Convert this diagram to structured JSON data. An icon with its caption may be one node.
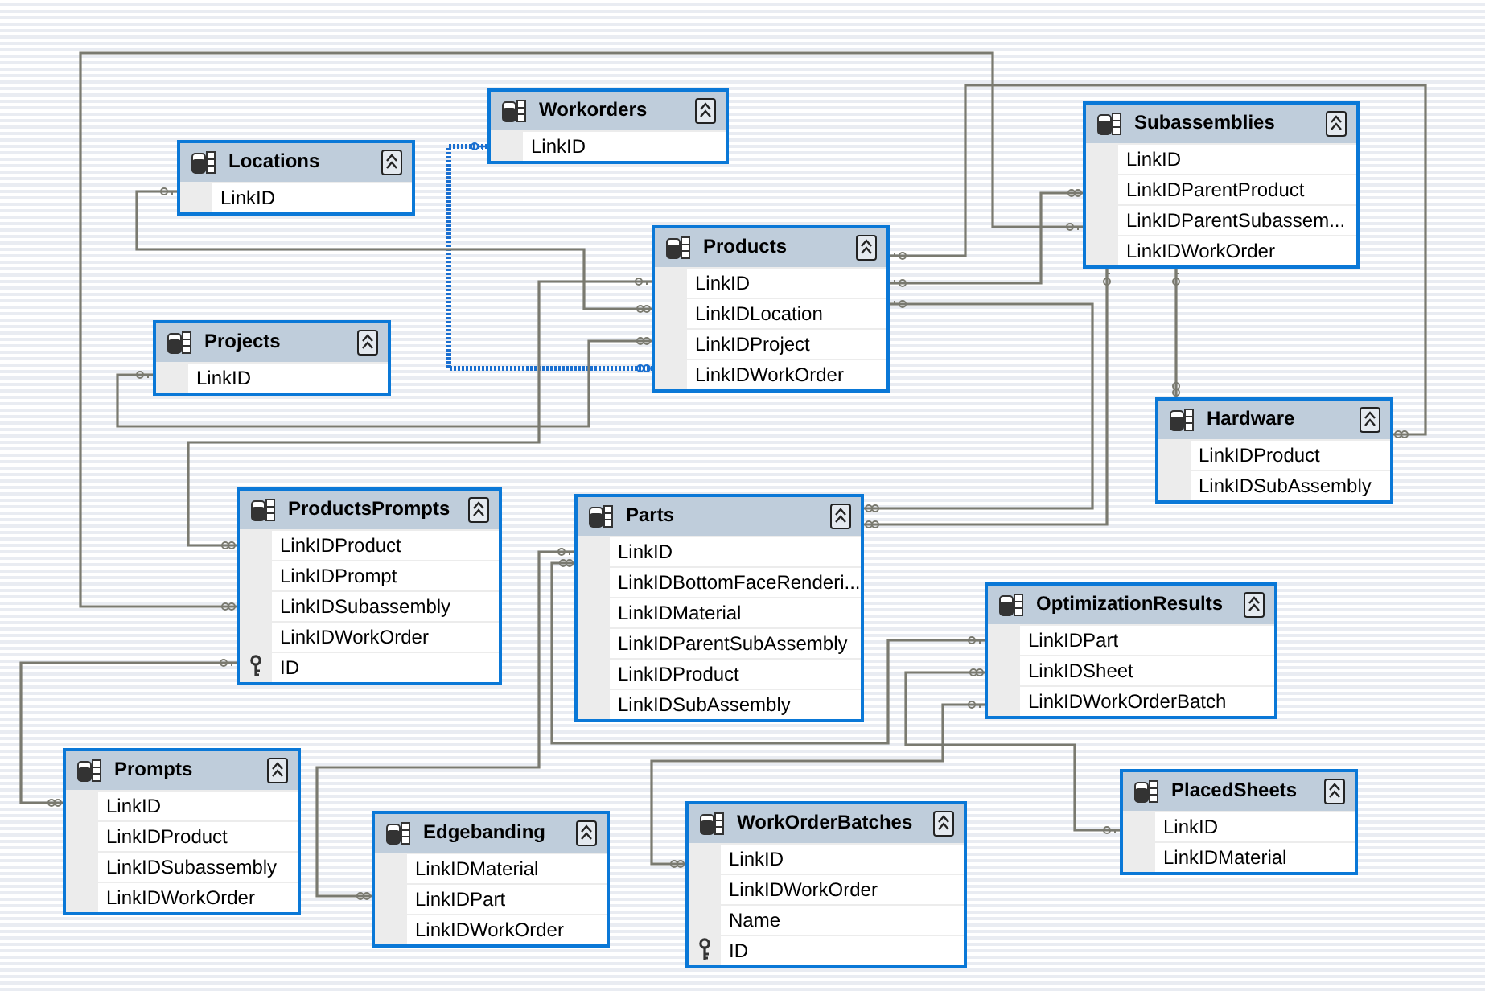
{
  "diagram": {
    "nodes": [
      {
        "text": [
          "Workorders",
          "LinkID"
        ]
      },
      {
        "text": [
          "Subassemblies",
          "LinkID",
          "LinkIDParentProduct",
          "LinkIDParentSubassem...",
          "LinkIDWorkOrder"
        ]
      },
      {
        "text": [
          "Locations",
          "LinkID"
        ]
      },
      {
        "text": [
          "Products",
          "LinkID",
          "LinkIDLocation",
          "LinkIDProject",
          "LinkIDWorkOrder"
        ]
      },
      {
        "text": [
          "Projects",
          "LinkID"
        ]
      },
      {
        "text": [
          "Hardware",
          "LinkIDProduct",
          "LinkIDSubAssembly"
        ]
      },
      {
        "text": [
          "ProductsPrompts",
          "LinkIDProduct",
          "LinkIDPrompt",
          "LinkIDSubassembly",
          "LinkIDWorkOrder",
          "ID"
        ]
      },
      {
        "text": [
          "Parts",
          "LinkID",
          "LinkIDBottomFaceRenderi...",
          "LinkIDMaterial",
          "LinkIDParentSubAssembly",
          "LinkIDProduct",
          "LinkIDSubAssembly"
        ]
      },
      {
        "text": [
          "OptimizationResults",
          "LinkIDPart",
          "LinkIDSheet",
          "LinkIDWorkOrderBatch"
        ]
      },
      {
        "text": [
          "Prompts",
          "LinkID",
          "LinkIDProduct",
          "LinkIDSubassembly",
          "LinkIDWorkOrder"
        ]
      },
      {
        "text": [
          "PlacedSheets",
          "LinkID",
          "LinkIDMaterial"
        ]
      },
      {
        "text": [
          "Edgebanding",
          "LinkIDMaterial",
          "LinkIDPart",
          "LinkIDWorkOrder"
        ]
      },
      {
        "text": [
          "WorkOrderBatches",
          "LinkID",
          "LinkIDWorkOrder",
          "Name",
          "ID"
        ]
      }
    ],
    "edges": [
      {
        "from": 0,
        "to": 3,
        "arrow": "other",
        "style": "dashed",
        "color": "#1a6fd0"
      },
      {
        "from": 2,
        "to": 3,
        "arrow": "other"
      },
      {
        "from": 4,
        "to": 3,
        "arrow": "other"
      },
      {
        "from": 3,
        "to": 6,
        "arrow": "other"
      },
      {
        "from": 1,
        "to": 6,
        "arrow": "other"
      },
      {
        "from": 3,
        "to": 5,
        "arrow": "other"
      },
      {
        "from": 3,
        "to": 1,
        "arrow": "other"
      },
      {
        "from": 3,
        "to": 7,
        "arrow": "other"
      },
      {
        "from": 1,
        "to": 7,
        "arrow": "other"
      },
      {
        "from": 1,
        "to": 5,
        "arrow": "other"
      },
      {
        "from": 6,
        "to": 9,
        "arrow": "other"
      },
      {
        "from": 7,
        "to": 11,
        "arrow": "other"
      },
      {
        "from": 8,
        "to": 7,
        "arrow": "other"
      },
      {
        "from": 10,
        "to": 8,
        "arrow": "other"
      },
      {
        "from": 8,
        "to": 12,
        "arrow": "other"
      }
    ]
  }
}
